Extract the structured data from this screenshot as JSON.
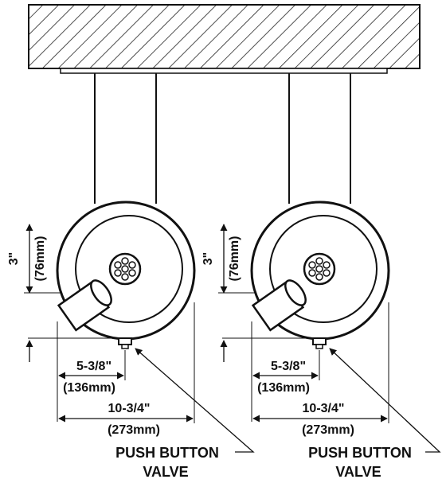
{
  "units": [
    {
      "height_in": "3\"",
      "height_mm": "(76mm)",
      "offset_in": "5-3/8\"",
      "offset_mm": "(136mm)",
      "width_in": "10-3/4\"",
      "width_mm": "(273mm)",
      "callout_line1": "PUSH BUTTON",
      "callout_line2": "VALVE"
    },
    {
      "height_in": "3\"",
      "height_mm": "(76mm)",
      "offset_in": "5-3/8\"",
      "offset_mm": "(136mm)",
      "width_in": "10-3/4\"",
      "width_mm": "(273mm)",
      "callout_line1": "PUSH BUTTON",
      "callout_line2": "VALVE"
    }
  ]
}
